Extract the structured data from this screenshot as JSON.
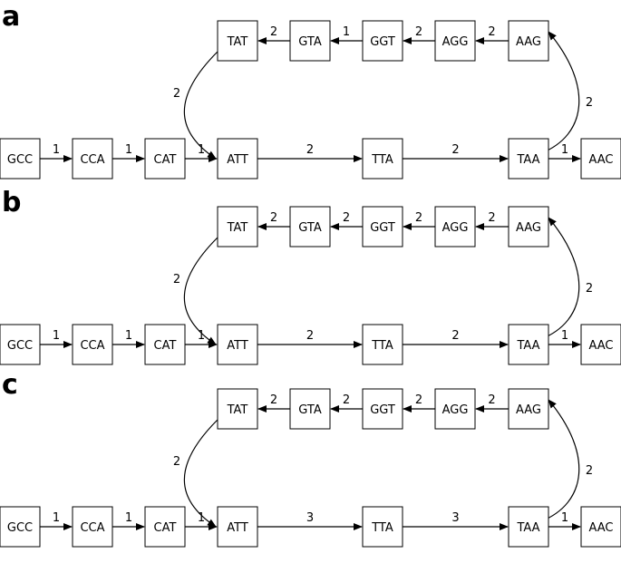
{
  "panels": [
    {
      "label": "a",
      "nodes": {
        "GCC": "GCC",
        "CCA": "CCA",
        "CAT": "CAT",
        "ATT": "ATT",
        "TTA": "TTA",
        "TAA": "TAA",
        "AAC": "AAC",
        "TAT": "TAT",
        "GTA": "GTA",
        "GGT": "GGT",
        "AGG": "AGG",
        "AAG": "AAG"
      },
      "edges": [
        {
          "from": "GCC",
          "to": "CCA",
          "weight": "1"
        },
        {
          "from": "CCA",
          "to": "CAT",
          "weight": "1"
        },
        {
          "from": "CAT",
          "to": "ATT",
          "weight": "1"
        },
        {
          "from": "ATT",
          "to": "TTA",
          "weight": "2"
        },
        {
          "from": "TTA",
          "to": "TAA",
          "weight": "2"
        },
        {
          "from": "TAA",
          "to": "AAC",
          "weight": "1"
        },
        {
          "from": "TAA",
          "to": "AAG",
          "weight": "2"
        },
        {
          "from": "AAG",
          "to": "AGG",
          "weight": "2"
        },
        {
          "from": "AGG",
          "to": "GGT",
          "weight": "2"
        },
        {
          "from": "GGT",
          "to": "GTA",
          "weight": "1"
        },
        {
          "from": "GTA",
          "to": "TAT",
          "weight": "2"
        },
        {
          "from": "TAT",
          "to": "ATT",
          "weight": "2"
        }
      ]
    },
    {
      "label": "b",
      "nodes": {
        "GCC": "GCC",
        "CCA": "CCA",
        "CAT": "CAT",
        "ATT": "ATT",
        "TTA": "TTA",
        "TAA": "TAA",
        "AAC": "AAC",
        "TAT": "TAT",
        "GTA": "GTA",
        "GGT": "GGT",
        "AGG": "AGG",
        "AAG": "AAG"
      },
      "edges": [
        {
          "from": "GCC",
          "to": "CCA",
          "weight": "1"
        },
        {
          "from": "CCA",
          "to": "CAT",
          "weight": "1"
        },
        {
          "from": "CAT",
          "to": "ATT",
          "weight": "1"
        },
        {
          "from": "ATT",
          "to": "TTA",
          "weight": "2"
        },
        {
          "from": "TTA",
          "to": "TAA",
          "weight": "2"
        },
        {
          "from": "TAA",
          "to": "AAC",
          "weight": "1"
        },
        {
          "from": "TAA",
          "to": "AAG",
          "weight": "2"
        },
        {
          "from": "AAG",
          "to": "AGG",
          "weight": "2"
        },
        {
          "from": "AGG",
          "to": "GGT",
          "weight": "2"
        },
        {
          "from": "GGT",
          "to": "GTA",
          "weight": "2"
        },
        {
          "from": "GTA",
          "to": "TAT",
          "weight": "2"
        },
        {
          "from": "TAT",
          "to": "ATT",
          "weight": "2"
        }
      ]
    },
    {
      "label": "c",
      "nodes": {
        "GCC": "GCC",
        "CCA": "CCA",
        "CAT": "CAT",
        "ATT": "ATT",
        "TTA": "TTA",
        "TAA": "TAA",
        "AAC": "AAC",
        "TAT": "TAT",
        "GTA": "GTA",
        "GGT": "GGT",
        "AGG": "AGG",
        "AAG": "AAG"
      },
      "edges": [
        {
          "from": "GCC",
          "to": "CCA",
          "weight": "1"
        },
        {
          "from": "CCA",
          "to": "CAT",
          "weight": "1"
        },
        {
          "from": "CAT",
          "to": "ATT",
          "weight": "1"
        },
        {
          "from": "ATT",
          "to": "TTA",
          "weight": "3"
        },
        {
          "from": "TTA",
          "to": "TAA",
          "weight": "3"
        },
        {
          "from": "TAA",
          "to": "AAC",
          "weight": "1"
        },
        {
          "from": "TAA",
          "to": "AAG",
          "weight": "2"
        },
        {
          "from": "AAG",
          "to": "AGG",
          "weight": "2"
        },
        {
          "from": "AGG",
          "to": "GGT",
          "weight": "2"
        },
        {
          "from": "GGT",
          "to": "GTA",
          "weight": "2"
        },
        {
          "from": "GTA",
          "to": "TAT",
          "weight": "2"
        },
        {
          "from": "TAT",
          "to": "ATT",
          "weight": "2"
        }
      ]
    }
  ]
}
